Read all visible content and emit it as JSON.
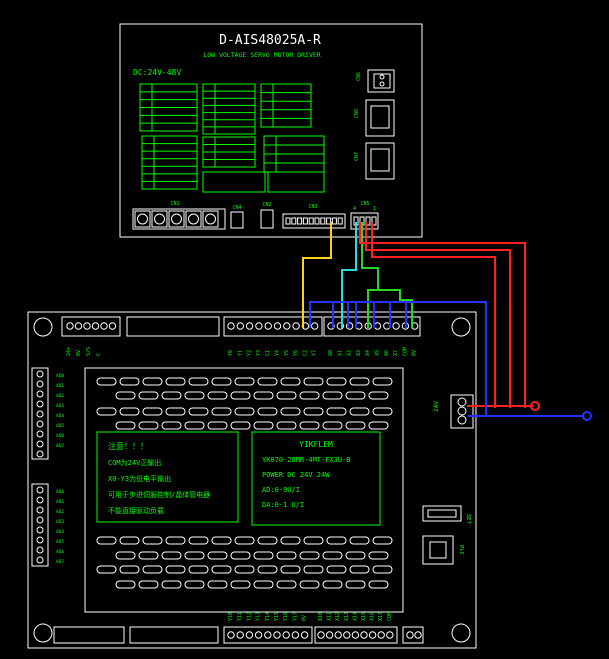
{
  "driver": {
    "title": "D-AIS48025A-R",
    "subtitle": "LOW VOLTAGE SERVO MOTOR DRIVER",
    "voltage": "DC:24V-48V",
    "connectors": [
      "CN1",
      "CN4",
      "CN2",
      "CN3",
      "CN5",
      "CN6",
      "CN8",
      "CN7"
    ],
    "pin_labels_cn5": [
      "4",
      "1"
    ]
  },
  "plc": {
    "notice_lines": [
      "注意！！！",
      "COM为24V正输出",
      "X0-Y3为低电平输出",
      "可用于步进伺服控制/晶体管电器",
      "不能直接驱动负载"
    ],
    "spec_lines": [
      "YIKFLEM",
      "YK070-28MR-4MT-FX3U-B",
      "POWER DC 24V 24W",
      "AD:0-9U/I",
      "DA:0-1 U/I"
    ],
    "side_labels": [
      "PLC",
      "SET"
    ],
    "top_left_header": [
      "24+",
      "0V",
      "S/S",
      "C"
    ],
    "top_mid_header": [
      "Y0",
      "Y1",
      "Y2",
      "Y3",
      "C1",
      "Y4",
      "Y5",
      "Y6",
      "C2",
      "Y7"
    ],
    "top_right_header": [
      "X0",
      "X1",
      "X2",
      "X3",
      "X4",
      "X5",
      "X6",
      "X7",
      "COM",
      "0V"
    ],
    "bottom_mid_header": [
      "Y10",
      "Y11",
      "Y12",
      "Y13",
      "Y14",
      "Y15",
      "Y16",
      "Y17",
      "0V"
    ],
    "bottom_right_header": [
      "X10",
      "X11",
      "X12",
      "X13",
      "X14",
      "X15",
      "X16",
      "X17",
      "COM"
    ],
    "left_block_labels": [
      "AD0",
      "AD1",
      "AD2",
      "AD3",
      "AD4",
      "AD5",
      "AD6",
      "AD7"
    ],
    "left_block2_labels": [
      "AD0",
      "AD1",
      "AD2",
      "AD3",
      "AD4",
      "AD5",
      "AD6",
      "AD7"
    ],
    "power_terminal_label": "24V"
  },
  "colors": {
    "background": "#000000",
    "outline": "#ffffff",
    "label_green": "#00ff00",
    "wire_red": "#ff2020",
    "wire_blue": "#2233ff",
    "wire_yellow": "#ffd21e",
    "wire_cyan": "#24e0e0",
    "wire_green": "#2bd42b"
  }
}
